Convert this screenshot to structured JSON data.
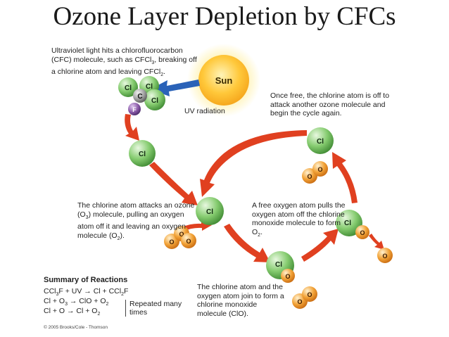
{
  "title": "Ozone Layer Depletion by CFCs",
  "captions": {
    "uv_hits": "Ultraviolet light hits a chlorofluorocarbon (CFC) molecule, such as CFCl3, breaking off a chlorine atom and leaving CFCl2.",
    "uv_radiation": "UV radiation",
    "once_free": "Once free, the chlorine atom is off to attack another ozone molecule and begin the cycle again.",
    "attacks_ozone": "The chlorine atom attacks an ozone (O3) molecule, pulling an oxygen atom off it and leaving an oxygen molecule (O2).",
    "free_oxygen": "A free oxygen atom pulls the oxygen atom off the chlorine monoxide molecule to form O2.",
    "join": "The chlorine atom and the oxygen atom join to form a chlorine monoxide molecule (ClO)."
  },
  "labels": {
    "sun": "Sun",
    "cl": "Cl",
    "c": "C",
    "f": "F",
    "o": "O"
  },
  "summary": {
    "title": "Summary of Reactions",
    "reactions": [
      "CCl3F + UV → Cl + CCl2F",
      "Cl + O3 → ClO + O2",
      "Cl + O → Cl + O2"
    ],
    "repeated": "Repeated many times"
  },
  "copyright": "© 2005 Brooks/Cole - Thomson",
  "colors": {
    "chlorine": "#7ec86a",
    "oxygen": "#f0a030",
    "carbon": "#a8a8a8",
    "fluorine": "#8a5aa8",
    "sun": "#ffc83a",
    "arrow_red": "#e04020",
    "arrow_blue": "#2a62b8"
  }
}
